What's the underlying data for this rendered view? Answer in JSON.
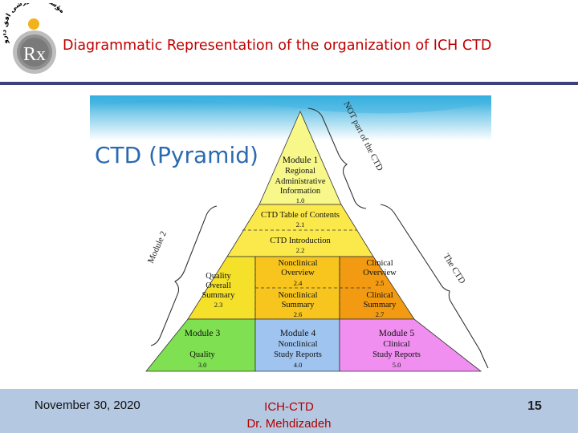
{
  "header": {
    "title": "Diagrammatic Representation of the organization of ICH CTD",
    "logo_text": "Rx",
    "logo_arc_text": "مؤسسه آموزشی افق دارو"
  },
  "figure": {
    "heading": "CTD (Pyramid)",
    "module1": {
      "line1": "Module 1",
      "line2": "Regional",
      "line3": "Administrative",
      "line4": "Information",
      "num": "1.0"
    },
    "toc": {
      "label": "CTD Table of Contents",
      "num": "2.1"
    },
    "intro": {
      "label": "CTD Introduction",
      "num": "2.2"
    },
    "quality_summary": {
      "line1": "Quality",
      "line2": "Overall",
      "line3": "Summary",
      "num": "2.3"
    },
    "nonclin_overview": {
      "line1": "Nonclinical",
      "line2": "Overview",
      "num": "2.4"
    },
    "clin_overview": {
      "line1": "Clinical",
      "line2": "Overview",
      "num": "2.5"
    },
    "nonclin_summary": {
      "line1": "Nonclinical",
      "line2": "Summary",
      "num": "2.6"
    },
    "clin_summary": {
      "line1": "Clinical",
      "line2": "Summary",
      "num": "2.7"
    },
    "module3": {
      "line1": "Module 3",
      "line2": "Quality",
      "num": "3.0"
    },
    "module4": {
      "line1": "Module 4",
      "line2": "Nonclinical",
      "line3": "Study Reports",
      "num": "4.0"
    },
    "module5": {
      "line1": "Module 5",
      "line2": "Clinical",
      "line3": "Study Reports",
      "num": "5.0"
    },
    "brace_not_part": "NOT part of the CTD",
    "brace_module2": "Module 2",
    "brace_the_ctd": "The CTD",
    "colors": {
      "top": "#f7f78a",
      "middle": "#fbe84a",
      "quality": "#f5e12a",
      "nonclinical": "#f7c51e",
      "clinical": "#f19a12",
      "module3": "#7fe052",
      "module4": "#9fc4f0",
      "module5": "#f08ff0",
      "heading": "#2a6ab0"
    }
  },
  "footer": {
    "date": "November 30, 2020",
    "line1": "ICH-CTD",
    "line2": "Dr. Mehdizadeh",
    "page": "15"
  }
}
